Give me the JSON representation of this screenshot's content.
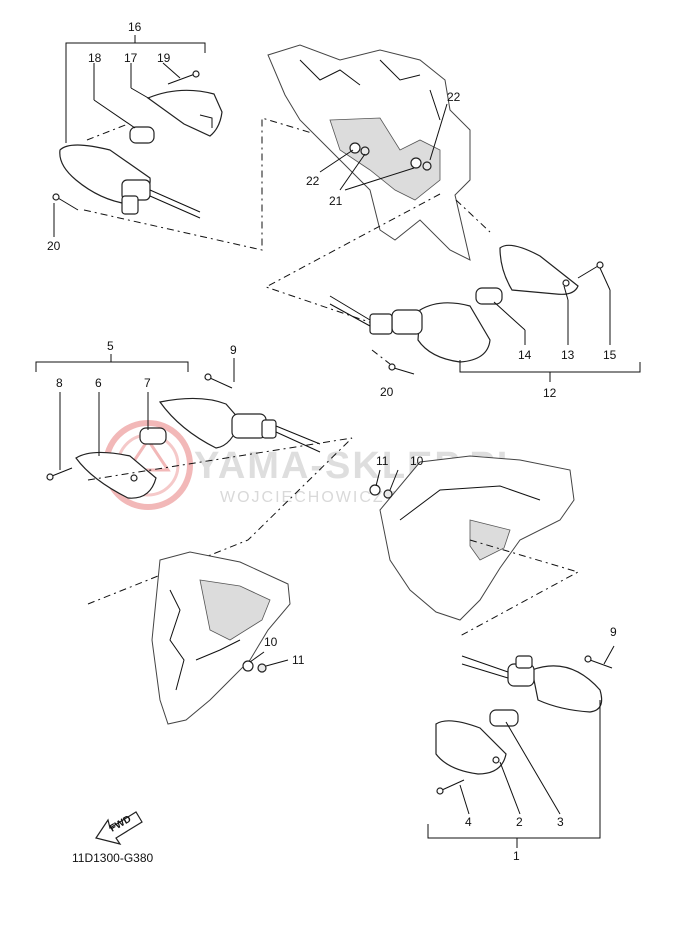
{
  "diagram_code": "11D1300-G380",
  "fwd_label": "FWD",
  "watermark": {
    "line1": "YAMA-SKLEP.PL",
    "line2": "WOJCIECHOWICZ DEALER YAMAHA"
  },
  "callouts": {
    "p1": "1",
    "p2": "2",
    "p3": "3",
    "p4": "4",
    "p5": "5",
    "p6": "6",
    "p7": "7",
    "p8": "8",
    "p9a": "9",
    "p9b": "9",
    "p10a": "10",
    "p10b": "10",
    "p11a": "11",
    "p11b": "11",
    "p12": "12",
    "p13": "13",
    "p14": "14",
    "p15": "15",
    "p16": "16",
    "p17": "17",
    "p18": "18",
    "p19": "19",
    "p20a": "20",
    "p20b": "20",
    "p21": "21",
    "p22a": "22",
    "p22b": "22"
  },
  "colors": {
    "line": "#111111",
    "watermark_logo": "#f2b8b8",
    "watermark_text": "#dedede"
  }
}
